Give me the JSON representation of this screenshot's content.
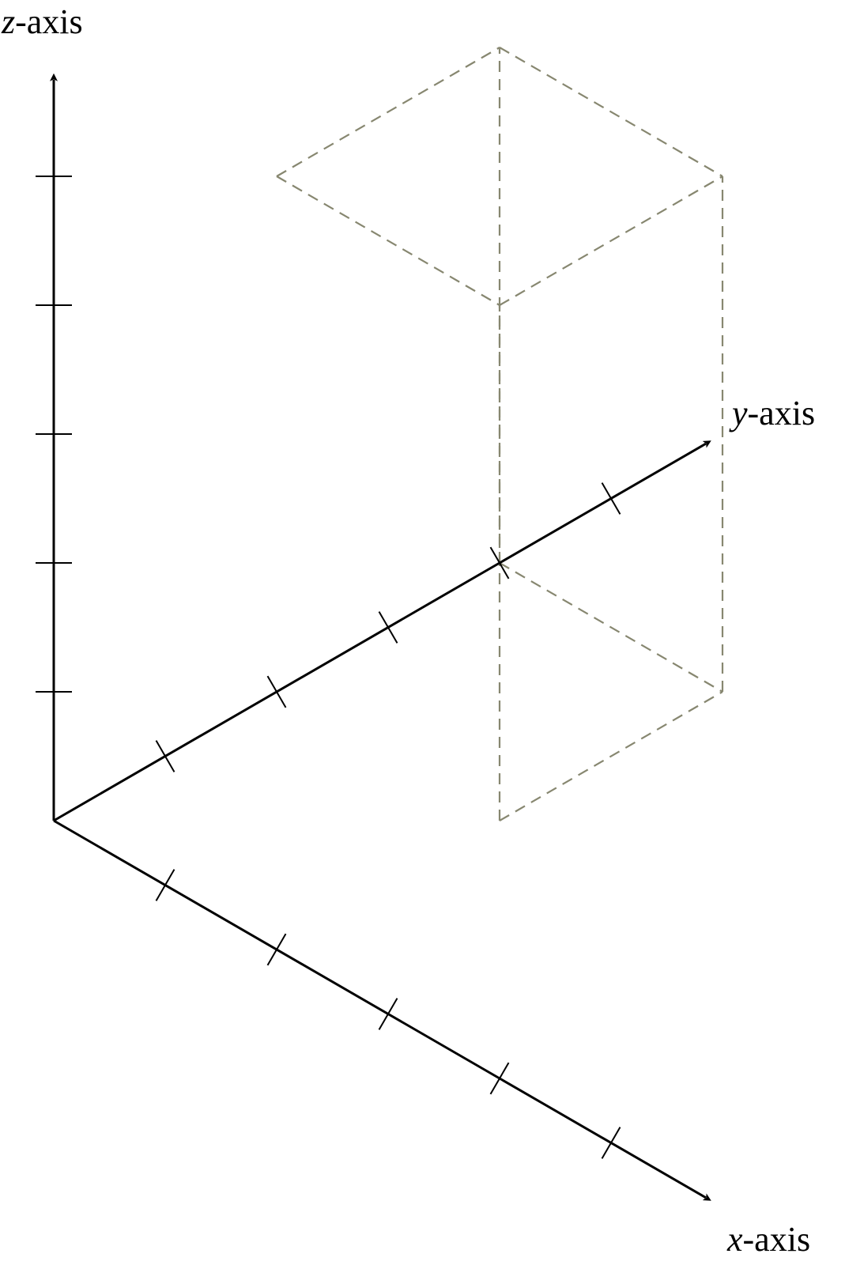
{
  "diagram": {
    "kind": "3d-coordinate-axes",
    "axes": {
      "x": {
        "var": "x",
        "suffix": "-axis",
        "tick_count": 5
      },
      "y": {
        "var": "y",
        "suffix": "-axis",
        "tick_count": 5
      },
      "z": {
        "var": "z",
        "suffix": "-axis",
        "tick_count": 5
      }
    },
    "box": {
      "x_range": [
        0,
        2
      ],
      "y_range": [
        2,
        4
      ],
      "z_range": [
        0,
        4
      ],
      "edge_style": "dashed",
      "edge_color": "#878770"
    },
    "colors": {
      "axis": "#000000",
      "box_edge": "#878770"
    }
  }
}
